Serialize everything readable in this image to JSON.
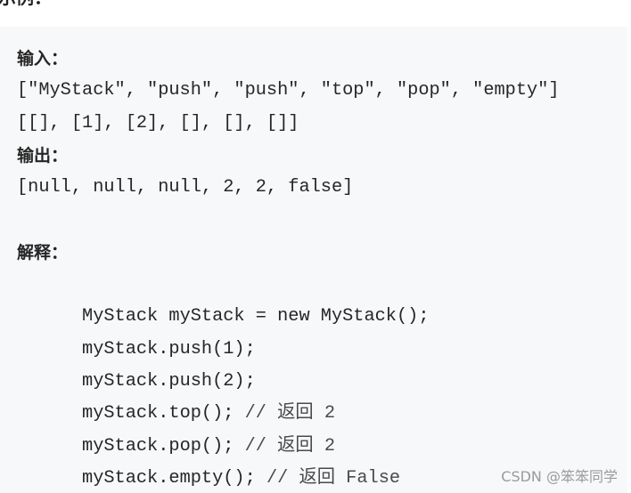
{
  "heading": "示例：",
  "example": {
    "input_label": "输入：",
    "input_lines": [
      "[\"MyStack\", \"push\", \"push\", \"top\", \"pop\", \"empty\"]",
      "[[], [1], [2], [], [], []]"
    ],
    "output_label": "输出：",
    "output_lines": [
      "[null, null, null, 2, 2, false]"
    ],
    "explain_label": "解释：",
    "explain_lines": [
      {
        "code": "MyStack myStack = new MyStack();",
        "comment": ""
      },
      {
        "code": "myStack.push(1);",
        "comment": ""
      },
      {
        "code": "myStack.push(2);",
        "comment": ""
      },
      {
        "code": "myStack.top(); ",
        "comment": "// 返回 2"
      },
      {
        "code": "myStack.pop(); ",
        "comment": "// 返回 2"
      },
      {
        "code": "myStack.empty(); ",
        "comment": "// 返回 False"
      }
    ]
  },
  "watermark": "CSDN @笨笨同学",
  "colors": {
    "box_background": "#f7f8fa",
    "text": "#262626",
    "watermark": "#9a9a9a"
  }
}
